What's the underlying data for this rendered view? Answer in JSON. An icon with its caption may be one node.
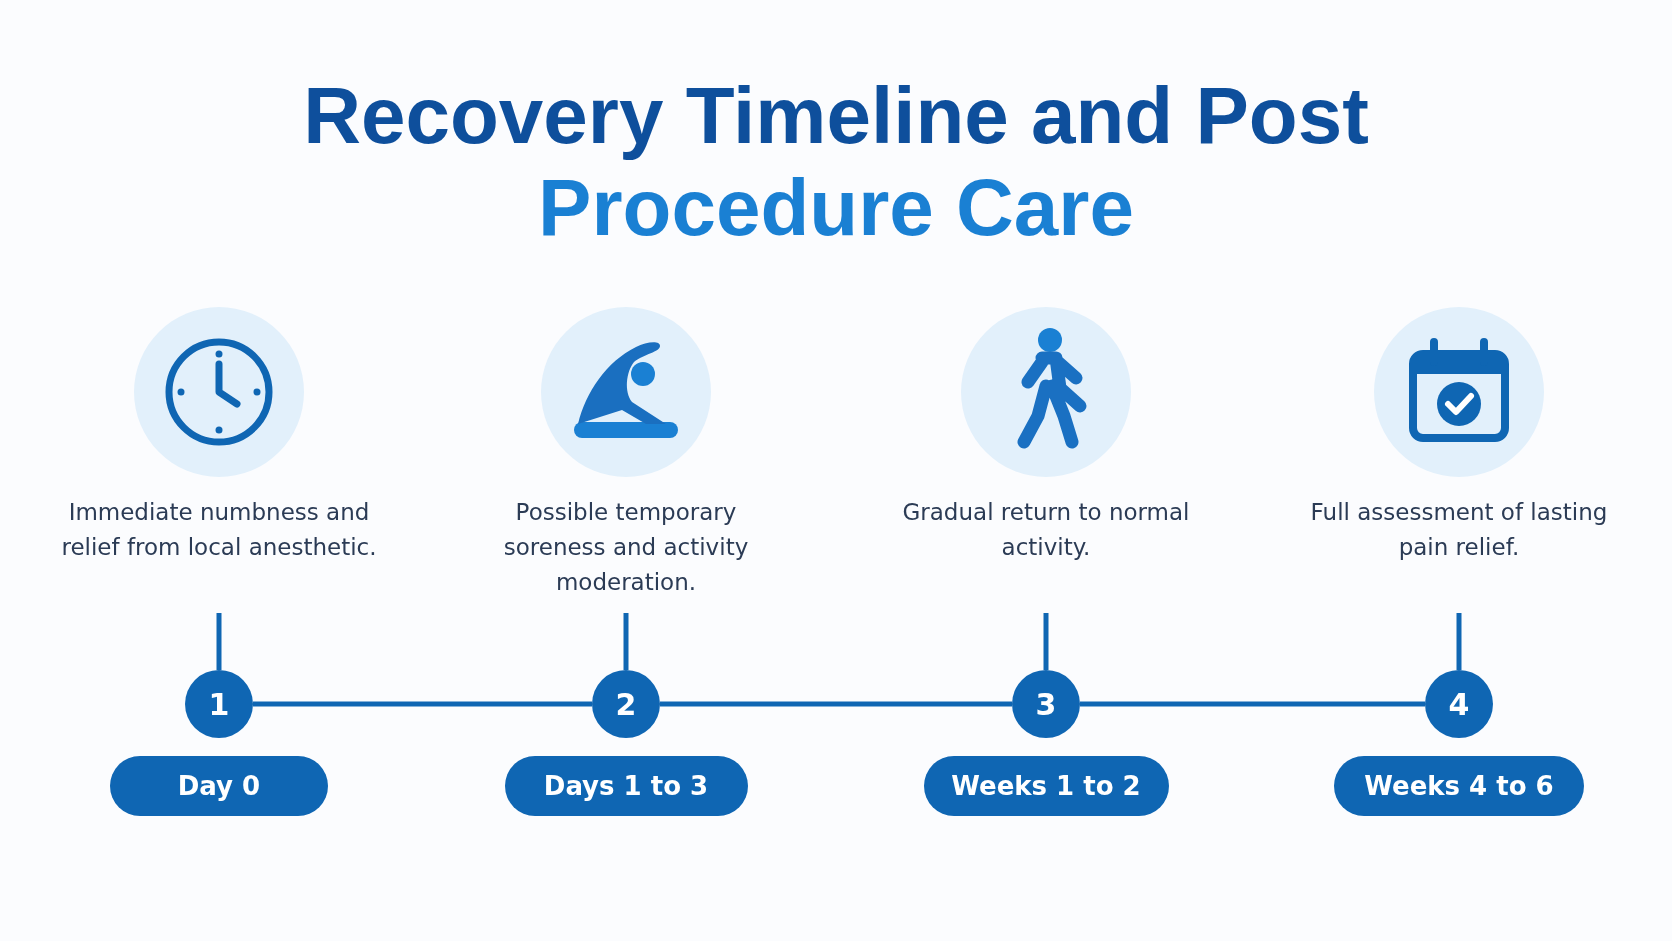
{
  "diagram": {
    "title": "Recovery Timeline and Post Procedure Care",
    "nodes": [
      {
        "text": [
          "Immediate numbness and relief from local anesthetic."
        ]
      },
      {
        "text": [
          "1"
        ]
      },
      {
        "text": [
          "Day 0"
        ]
      },
      {
        "text": [
          "Possible temporary soreness and activity moderation."
        ]
      },
      {
        "text": [
          "2"
        ]
      },
      {
        "text": [
          "Days 1 to 3"
        ]
      },
      {
        "text": [
          "Gradual return to normal activity."
        ]
      },
      {
        "text": [
          "3"
        ]
      },
      {
        "text": [
          "Weeks 1 to 2"
        ]
      },
      {
        "text": [
          "Full assessment of lasting pain relief."
        ]
      },
      {
        "text": [
          "4"
        ]
      },
      {
        "text": [
          "Weeks 4 to 6"
        ]
      }
    ],
    "edges": [
      {
        "from": 0,
        "to": 1,
        "arrow": "none"
      },
      {
        "from": 3,
        "to": 4,
        "arrow": "none"
      },
      {
        "from": 6,
        "to": 7,
        "arrow": "none"
      },
      {
        "from": 9,
        "to": 10,
        "arrow": "none"
      },
      {
        "from": 1,
        "to": 4,
        "arrow": "none"
      },
      {
        "from": 4,
        "to": 7,
        "arrow": "none"
      },
      {
        "from": 7,
        "to": 10,
        "arrow": "none"
      }
    ]
  }
}
